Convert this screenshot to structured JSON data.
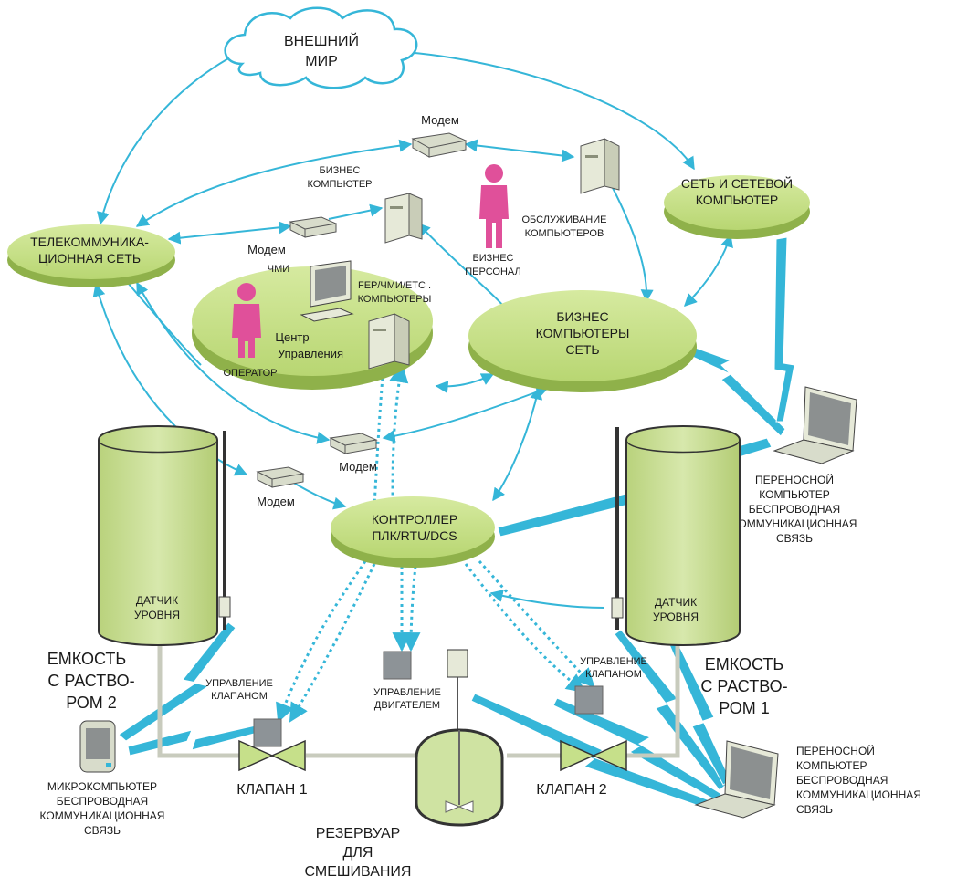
{
  "labels": {
    "cloud_l1": "ВНЕШНИЙ",
    "cloud_l2": "МИР",
    "modem_top": "Модем",
    "biz_pc_l1": "БИЗНЕС",
    "biz_pc_l2": "КОМПЬЮТЕР",
    "telecom_l1": "ТЕЛЕКОММУНИКА-",
    "telecom_l2": "ЦИОННАЯ СЕТЬ",
    "modem_left": "Модем",
    "service_l1": "ОБСЛУЖИВАНИЕ",
    "service_l2": "КОМПЬЮТЕРОВ",
    "personnel_l1": "БИЗНЕС",
    "personnel_l2": "ПЕРСОНАЛ",
    "netpc_l1": "СЕТЬ И СЕТЕВОЙ",
    "netpc_l2": "КОМПЬЮТЕР",
    "hmi": "ЧМИ",
    "fep_l1": "FEP/ЧМИ/ETC .",
    "fep_l2": "КОМПЬЮТЕРЫ",
    "center_l1": "Центр",
    "center_l2": "Управления",
    "operator": "ОПЕРАТОР",
    "biznet_l1": "БИЗНЕС",
    "biznet_l2": "КОМПЬЮТЕРЫ",
    "biznet_l3": "СЕТЬ",
    "modem_mid": "Модем",
    "modem_low": "Модем",
    "laptop1_l1": "ПЕРЕНОСНОЙ",
    "laptop1_l2": "КОМПЬЮТЕР",
    "laptop1_l3": "БЕСПРОВОДНАЯ",
    "laptop1_l4": "КОММУНИКАЦИОННАЯ",
    "laptop1_l5": "СВЯЗЬ",
    "ctrl_l1": "КОНТРОЛЛЕР",
    "ctrl_l2": "ПЛК/RTU/DCS",
    "sensor_left_l1": "ДАТЧИК",
    "sensor_left_l2": "УРОВНЯ",
    "sensor_right_l1": "ДАТЧИК",
    "sensor_right_l2": "УРОВНЯ",
    "tank2_l1": "ЕМКОСТЬ",
    "tank2_l2": "С РАСТВО-",
    "tank2_l3": "РОМ 2",
    "tank1_l1": "ЕМКОСТЬ",
    "tank1_l2": "С РАСТВО-",
    "tank1_l3": "РОМ 1",
    "valve_ctrl_left_l1": "УПРАВЛЕНИЕ",
    "valve_ctrl_left_l2": "КЛАПАНОМ",
    "valve_ctrl_right_l1": "УПРАВЛЕНИЕ",
    "valve_ctrl_right_l2": "КЛАПАНОМ",
    "motor_ctrl_l1": "УПРАВЛЕНИЕ",
    "motor_ctrl_l2": "ДВИГАТЕЛЕМ",
    "valve1": "КЛАПАН 1",
    "valve2": "КЛАПАН 2",
    "mixer_l1": "РЕЗЕРВУАР",
    "mixer_l2": "ДЛЯ",
    "mixer_l3": "СМЕШИВАНИЯ",
    "micro_l1": "МИКРОКОМПЬЮТЕР",
    "micro_l2": "БЕСПРОВОДНАЯ",
    "micro_l3": "КОММУНИКАЦИОННАЯ",
    "micro_l4": "СВЯЗЬ",
    "laptop2_l1": "ПЕРЕНОСНОЙ",
    "laptop2_l2": "КОМПЬЮТЕР",
    "laptop2_l3": "БЕСПРОВОДНАЯ",
    "laptop2_l4": "КОММУНИКАЦИОННАЯ",
    "laptop2_l5": "СВЯЗЬ"
  },
  "colors": {
    "link": "#35b6d8",
    "disc_top": "#c6e08a",
    "disc_side": "#8fb14a",
    "tank_fill": "#cfe3a2",
    "person": "#e0509a",
    "device": "#d8dccb"
  }
}
